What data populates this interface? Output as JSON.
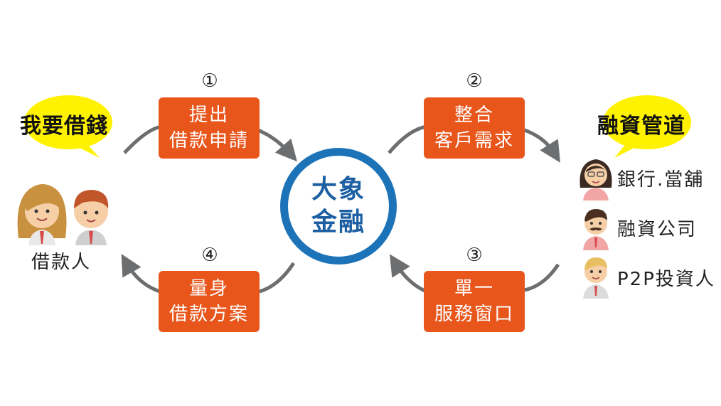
{
  "hub": {
    "line1": "大象",
    "line2": "金融"
  },
  "borrower": {
    "bubble_text": "我要借錢",
    "label": "借款人"
  },
  "funding": {
    "bubble_text": "融資管道",
    "providers": [
      {
        "label": "銀行.當舖",
        "icon": "woman-glasses-avatar-icon"
      },
      {
        "label": "融資公司",
        "icon": "man-mustache-avatar-icon"
      },
      {
        "label": "P2P投資人",
        "icon": "man-blond-avatar-icon"
      }
    ]
  },
  "steps": [
    {
      "number": "①",
      "line1": "提出",
      "line2": "借款申請"
    },
    {
      "number": "②",
      "line1": "整合",
      "line2": "客戶需求"
    },
    {
      "number": "③",
      "line1": "單一",
      "line2": "服務窗口"
    },
    {
      "number": "④",
      "line1": "量身",
      "line2": "借款方案"
    }
  ],
  "colors": {
    "step_box": "#e8561c",
    "hub_ring": "#1d73b8",
    "hub_text": "#1d5fa3",
    "bubble": "#fff200",
    "arrow": "#6d6e70"
  }
}
